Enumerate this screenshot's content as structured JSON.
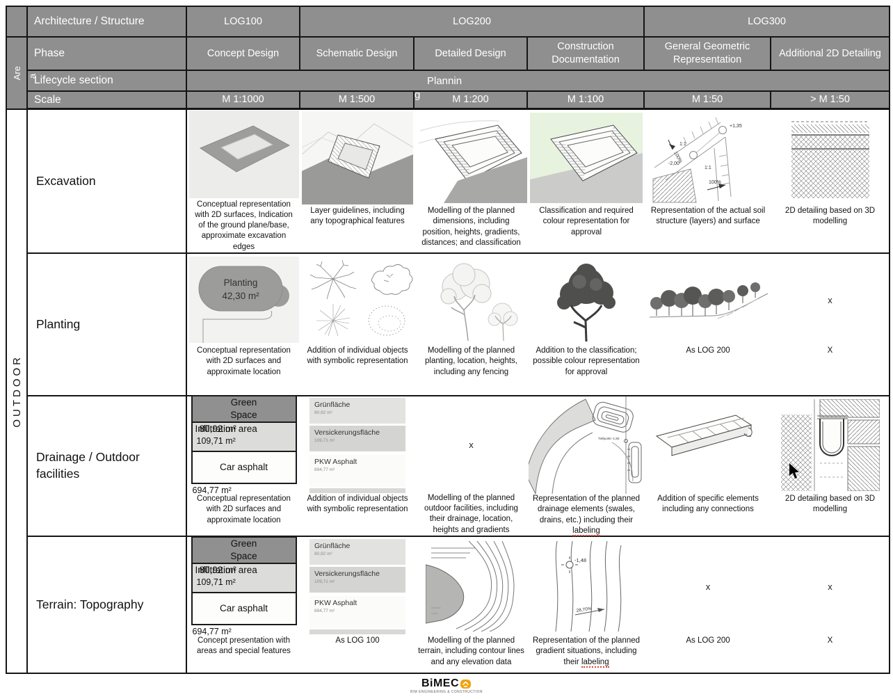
{
  "header": {
    "architecture_structure": "Architecture / Structure",
    "log_levels": [
      "LOG100",
      "LOG200",
      "LOG300"
    ],
    "phase_label": "Phase",
    "phases": [
      "Concept Design",
      "Schematic Design",
      "Detailed Design",
      "Construction Documentation",
      "General Geometric Representation",
      "Additional 2D Detailing"
    ],
    "lifecycle_label": "Lifecycle section",
    "lifecycle_value_main": "Plannin",
    "lifecycle_value_overflow": "g",
    "scale_label": "Scale",
    "scales": [
      "M 1:1000",
      "M 1:500",
      "M 1:200",
      "M 1:100",
      "M 1:50",
      "> M 1:50"
    ],
    "area_vertical_main": "Are",
    "area_vertical_overflow": "a"
  },
  "sidebar": {
    "vertical_label": "OUTDOOR"
  },
  "rows": [
    {
      "label": "Excavation",
      "cells": [
        {
          "desc": "Conceptual representation with 2D surfaces, Indication of the ground plane/base, approximate excavation edges"
        },
        {
          "desc": "Layer guidelines, including any topographical features"
        },
        {
          "desc": "Modelling of the planned dimensions, including position, heights, gradients, distances; and classification"
        },
        {
          "desc": "Classification and required colour representation for approval"
        },
        {
          "desc": "Representation of the actual soil structure (layers) and surface"
        },
        {
          "desc": "2D detailing based on 3D modelling"
        }
      ]
    },
    {
      "label": "Planting",
      "cells": [
        {
          "desc": "Conceptual representation with 2D surfaces and approximate location"
        },
        {
          "desc": "Addition of individual objects with symbolic representation"
        },
        {
          "desc": "Modelling of the planned planting, location, heights, including any fencing"
        },
        {
          "desc": "Addition to the classification; possible colour representation for approval"
        },
        {
          "desc": "As LOG 200"
        },
        {
          "desc": "X"
        }
      ]
    },
    {
      "label": "Drainage / Outdoor facilities",
      "cells": [
        {
          "desc": "Conceptual representation with 2D surfaces and approximate location"
        },
        {
          "desc": "Addition of individual objects with symbolic representation"
        },
        {
          "desc": "Modelling of the planned outdoor facilities, including their drainage, location, heights and gradients"
        },
        {
          "desc_before": "Representation of the planned drainage elements (swales, drains, etc.) including their ",
          "desc_word": "labeling"
        },
        {
          "desc": "Addition of specific elements including any connections"
        },
        {
          "desc": "2D detailing based on 3D modelling"
        }
      ]
    },
    {
      "label": "Terrain: Topography",
      "cells": [
        {
          "desc": "Concept presentation with areas and special features"
        },
        {
          "desc": "As LOG 100"
        },
        {
          "desc": "Modelling of the planned terrain, including contour lines and any elevation data"
        },
        {
          "desc_before": "Representation of the planned gradient situations, including their ",
          "desc_word": "labeling"
        },
        {
          "desc": "As LOG 200"
        },
        {
          "desc": "X"
        }
      ]
    }
  ],
  "graphics": {
    "planting_blob": {
      "title": "Planting",
      "area": "42,30 m²"
    },
    "area_blocks": {
      "green_space": "Green Space",
      "green_space_value": "80,92 m²",
      "infiltration": "Infiltration area",
      "infiltration_value": "109,71 m²",
      "car_asphalt": "Car asphalt",
      "car_asphalt_value": "694,77 m²"
    },
    "german_blocks": [
      {
        "label": "Grünfläche",
        "value": "80,92 m²"
      },
      {
        "label": "Versickerungsfläche",
        "value": "109,71 m²"
      },
      {
        "label": "PKW Asphalt",
        "value": "694,77 m²"
      }
    ],
    "excavation_detail": {
      "elevation_top": "+1,35",
      "slope_left": "100%",
      "ratio_left": "1:1",
      "elevation_mid": "-2,00",
      "ratio_right": "1:1",
      "slope_bottom": "100%"
    },
    "drainage_plan": {
      "low_point": "Tiefpunkt -1,50"
    },
    "terrain_map": {
      "spot_elevation": "-1,48",
      "gradient": "28,70%"
    },
    "x_mark": "x"
  },
  "footer": {
    "logo": "BiMEC",
    "tagline": "BIM ENGINEERING & CONSTRUCTION"
  }
}
